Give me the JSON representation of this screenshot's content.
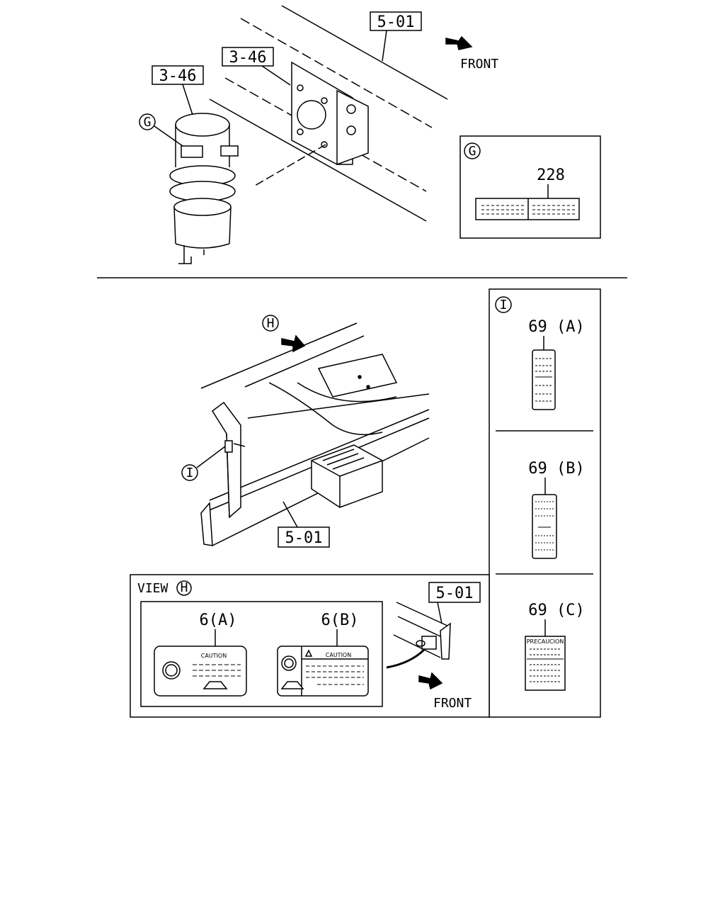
{
  "refs": {
    "frame_top": "5-01",
    "bracket": "3-46",
    "tank": "3-46",
    "frame_mid": "5-01",
    "frame_view": "5-01"
  },
  "front_top": "FRONT",
  "front_view": "FRONT",
  "callouts": {
    "g": "G",
    "h": "H",
    "i": "I"
  },
  "panel_g": {
    "code": "228"
  },
  "panel_i": {
    "a": "69 (A)",
    "b": "69 (B)",
    "c": "69 (C)",
    "c_title": "PRECAUCION"
  },
  "view_h": {
    "title": "VIEW",
    "label_a": "6(A)",
    "label_b": "6(B)",
    "caution_a": "CAUTION",
    "caution_b": "CAUTION"
  }
}
